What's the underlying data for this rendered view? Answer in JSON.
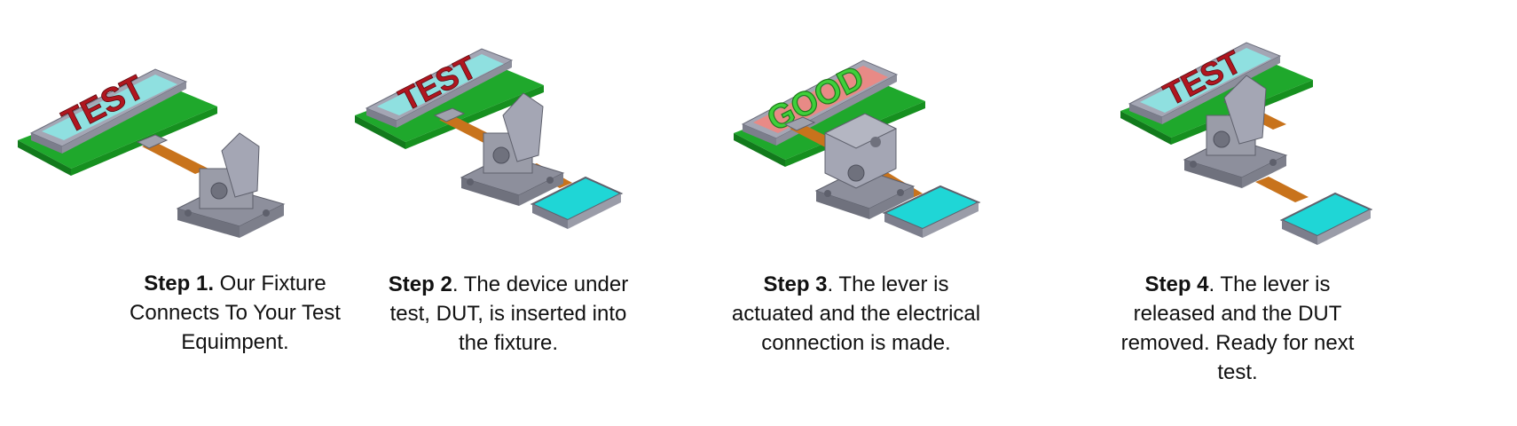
{
  "display_words": {
    "test": "TEST",
    "good": "GOOD"
  },
  "colors": {
    "pcb_green": "#1fa82c",
    "screen_cyan": "#8fe0e0",
    "screen_good_red": "#e88a86",
    "text_red": "#b0161f",
    "text_green": "#3fcf3a",
    "fixture_gray": "#8d8f9c",
    "flex_orange": "#c8731c",
    "dut_cyan": "#1fd6d6"
  },
  "icons": [
    "display-module-icon",
    "test-fixture-icon",
    "flex-cable-icon",
    "dut-panel-icon"
  ],
  "steps": [
    {
      "label": "Step 1.",
      "text": "  Our Fixture Connects To Your Test Equimpent.",
      "display_word": "TEST",
      "has_dut": false,
      "lever": "open"
    },
    {
      "label": "Step 2",
      "text": ". The device under test, DUT, is inserted into the fixture.",
      "display_word": "TEST",
      "has_dut": true,
      "lever": "open"
    },
    {
      "label": "Step 3",
      "text": ". The lever is actuated and the electrical connection is made.",
      "display_word": "GOOD",
      "has_dut": true,
      "lever": "closed"
    },
    {
      "label": "Step 4",
      "text": ". The lever is released and the DUT removed. Ready for next test.",
      "display_word": "TEST",
      "has_dut": true,
      "lever": "open"
    }
  ]
}
